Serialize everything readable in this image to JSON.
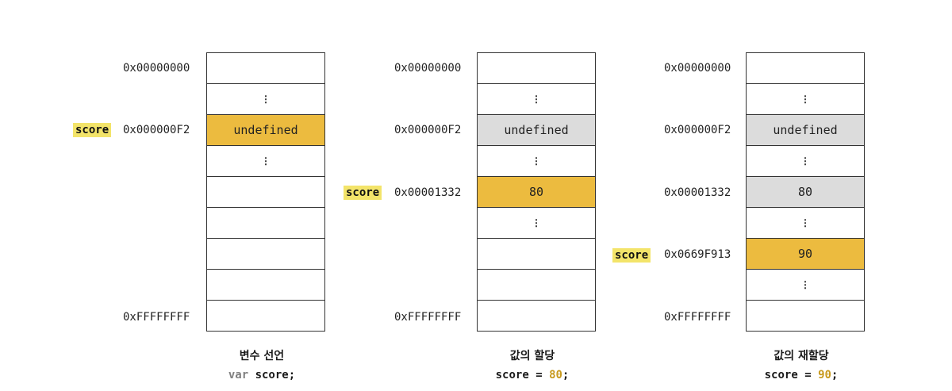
{
  "colors": {
    "active": "#ecbb3f",
    "inactive": "#dcdcdc",
    "var_tag": "#f3e46a"
  },
  "diagrams": [
    {
      "addr_top": "0x00000000",
      "addr_mid1": "0x000000F2",
      "addr_bottom": "0xFFFFFFFF",
      "var_label": "score",
      "cell_undefined": "undefined",
      "dots": "⋮",
      "caption_title": "변수 선언",
      "caption_kw": "var",
      "caption_rest": " score;"
    },
    {
      "addr_top": "0x00000000",
      "addr_mid1": "0x000000F2",
      "addr_mid2": "0x00001332",
      "addr_bottom": "0xFFFFFFFF",
      "var_label": "score",
      "cell_undefined": "undefined",
      "cell_value": "80",
      "dots": "⋮",
      "caption_title": "값의 할당",
      "caption_pre": "score = ",
      "caption_num": "80",
      "caption_post": ";"
    },
    {
      "addr_top": "0x00000000",
      "addr_mid1": "0x000000F2",
      "addr_mid2": "0x00001332",
      "addr_mid3": "0x0669F913",
      "addr_bottom": "0xFFFFFFFF",
      "var_label": "score",
      "cell_undefined": "undefined",
      "cell_value": "80",
      "cell_value2": "90",
      "dots": "⋮",
      "caption_title": "값의 재할당",
      "caption_pre": "score = ",
      "caption_num": "90",
      "caption_post": ";"
    }
  ]
}
